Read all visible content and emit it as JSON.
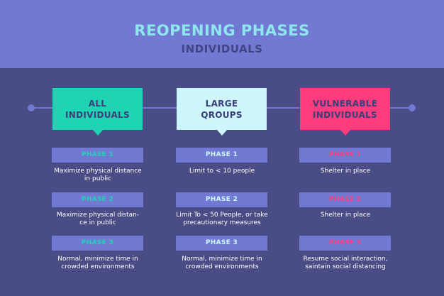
{
  "header": {
    "title": "REOPENING PHASES",
    "subtitle": "INDIVIDUALS"
  },
  "colors": {
    "header_bg": "#7279d3",
    "body_bg": "#4a4c86",
    "title": "#8fe6ee",
    "subtitle": "#3f4585",
    "col1": "#1fd3b3",
    "col2": "#cdf7fd",
    "col3": "#ff3c7e"
  },
  "columns": [
    {
      "heading": "ALL\nINDIVIDUALS",
      "phases": [
        {
          "label": "PHASE 1",
          "text": "Maximize physical distance\nin public"
        },
        {
          "label": "PHASE 2",
          "text": "Maximize physical distan-\nce in public"
        },
        {
          "label": "PHASE 3",
          "text": "Normal, minimize time in\ncrowded  environments"
        }
      ]
    },
    {
      "heading": "LARGE\nQROUPS",
      "phases": [
        {
          "label": "PHASE 1",
          "text": "Limit to < 10 people"
        },
        {
          "label": "PHASE 2",
          "text": "Limit To < 50 People, or take\nprecautionary measures"
        },
        {
          "label": "PHASE 3",
          "text": "Normal, minimize time in\ncrowded environments"
        }
      ]
    },
    {
      "heading": "VULNERABLE\nINDIVIDUALS",
      "phases": [
        {
          "label": "PHASE 1",
          "text": "Shelter in place"
        },
        {
          "label": "PHASE 2",
          "text": "Shelter in place"
        },
        {
          "label": "PHASE 3",
          "text": "Resume social interaction,\nsaintain social distancing"
        }
      ]
    }
  ]
}
